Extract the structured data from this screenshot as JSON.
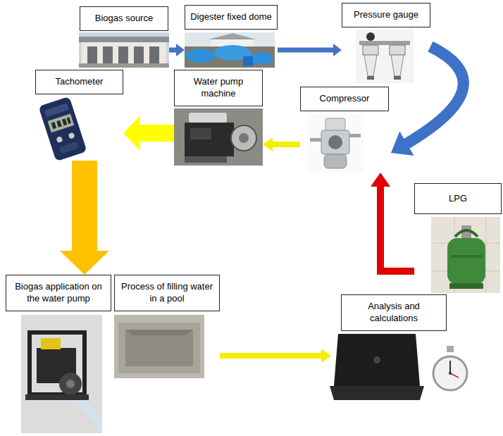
{
  "diagram": {
    "nodes": [
      {
        "text": [
          "Biogas source"
        ]
      },
      {
        "text": [
          "Digester fixed dome"
        ]
      },
      {
        "text": [
          "Pressure gauge"
        ]
      },
      {
        "text": [
          "Tachometer"
        ]
      },
      {
        "text": [
          "Water pump machine"
        ]
      },
      {
        "text": [
          "Compressor"
        ]
      },
      {
        "text": [
          "LPG"
        ]
      },
      {
        "text": [
          "Biogas application on the water pump"
        ]
      },
      {
        "text": [
          "Process of filling water in a pool"
        ]
      },
      {
        "text": [
          "Analysis and calculations"
        ]
      }
    ],
    "edges": [
      {
        "from": 0,
        "to": 1,
        "arrow": "to"
      },
      {
        "from": 1,
        "to": 2,
        "arrow": "to"
      },
      {
        "from": 2,
        "to": 5,
        "arrow": "to"
      },
      {
        "from": 5,
        "to": 4,
        "arrow": "to"
      },
      {
        "from": 4,
        "to": 3,
        "arrow": "to"
      },
      {
        "from": 3,
        "to": 7,
        "arrow": "to"
      },
      {
        "from": 6,
        "to": 5,
        "arrow": "to"
      },
      {
        "from": 8,
        "to": 9,
        "arrow": "to"
      }
    ]
  }
}
